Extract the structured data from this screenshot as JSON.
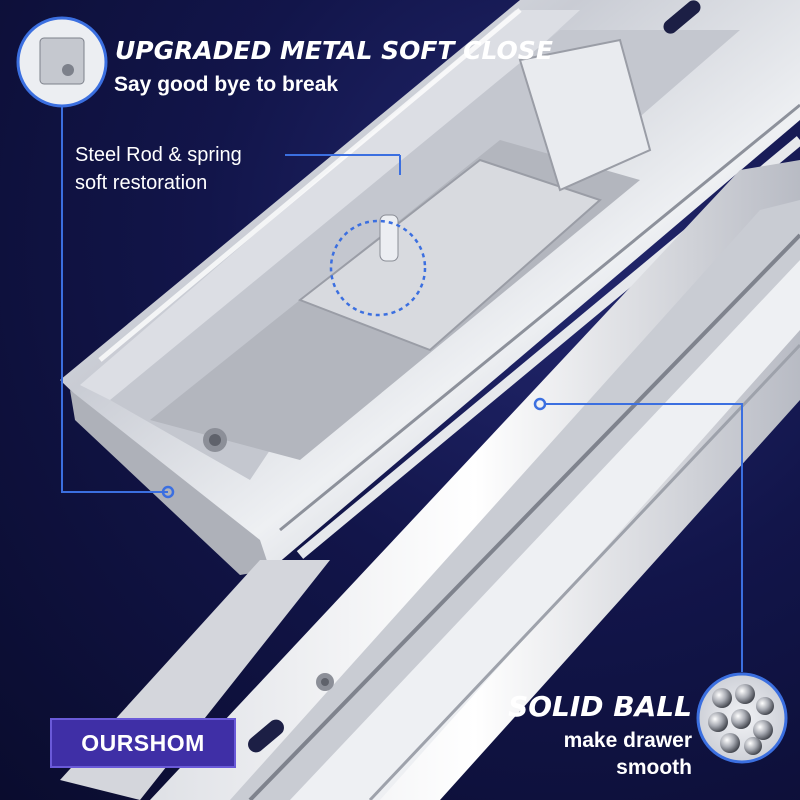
{
  "feature_soft_close": {
    "title": "UPGRADED METAL SOFT CLOSE",
    "subtitle": "Say good bye to break"
  },
  "feature_rod": {
    "line1": "Steel Rod & spring",
    "line2": "soft restoration"
  },
  "feature_ball": {
    "title": "SOLID BALL",
    "line1": "make drawer",
    "line2": "smooth"
  },
  "brand": {
    "label": "OURSHOM"
  },
  "colors": {
    "background": "#12154a",
    "callout_line": "#3b6fe0",
    "brand_badge": "#3f2fa6",
    "text": "#ffffff"
  },
  "icons": [
    "soft-close-damper-icon",
    "solid-ball-bearings-icon"
  ]
}
